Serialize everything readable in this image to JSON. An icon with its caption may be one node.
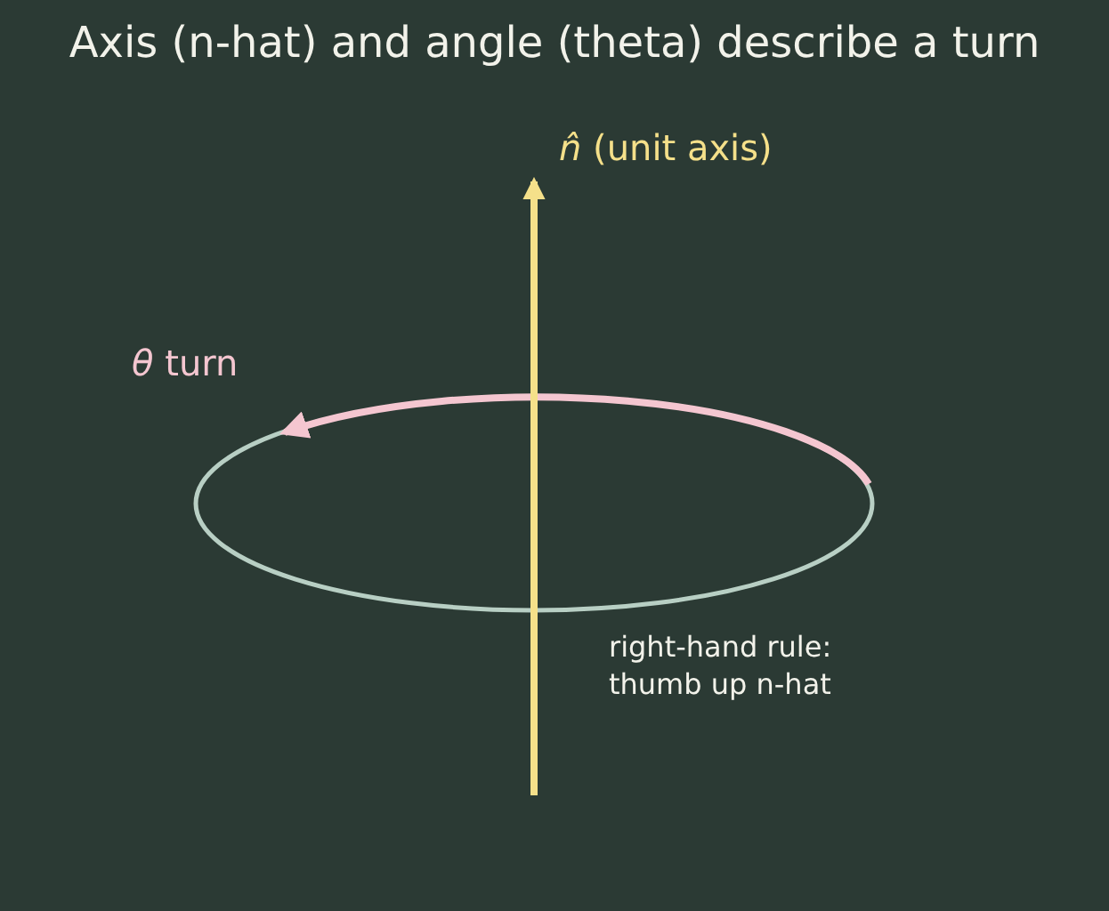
{
  "diagram": {
    "title": "Axis (n-hat) and angle (theta) describe a turn",
    "labels": [
      "*n̂* (unit axis)",
      "*θ* turn",
      "right-hand rule: thumb up n-hat"
    ]
  }
}
